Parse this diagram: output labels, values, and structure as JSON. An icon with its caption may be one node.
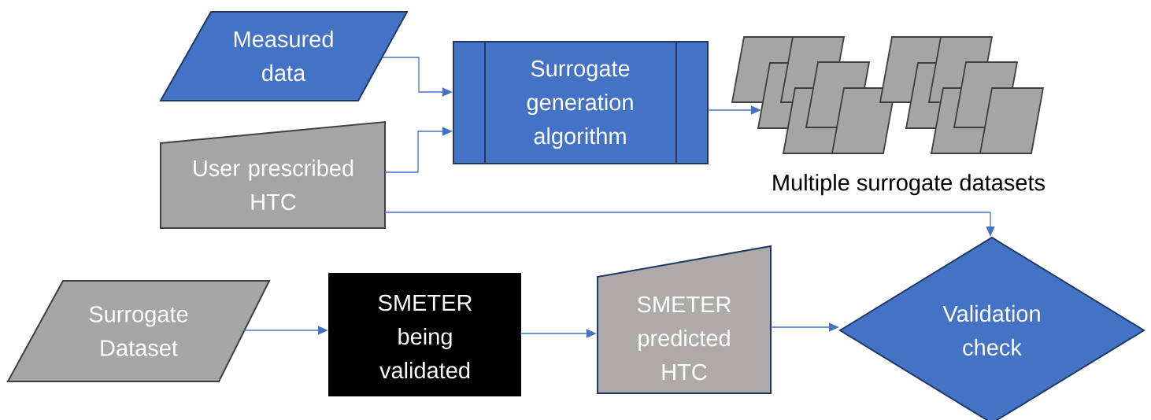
{
  "diagram": {
    "nodes": [
      {
        "text": [
          "Measured data"
        ]
      },
      {
        "text": [
          "User prescribed HTC"
        ]
      },
      {
        "text": [
          "Surrogate generation algorithm"
        ]
      },
      {
        "text": [],
        "shape": "picture",
        "beside": [
          "Multiple surrogate datasets"
        ]
      },
      {
        "text": [
          "Surrogate Dataset"
        ]
      },
      {
        "text": [
          "SMETER being validated"
        ]
      },
      {
        "text": [
          "SMETER predicted HTC"
        ]
      },
      {
        "text": [
          "Validation check"
        ]
      }
    ],
    "edges": [
      {
        "from": 0,
        "to": 2,
        "arrow": "to"
      },
      {
        "from": 1,
        "to": 2,
        "arrow": "to"
      },
      {
        "from": 2,
        "to": 3,
        "arrow": "to"
      },
      {
        "from": 1,
        "to": 7,
        "arrow": "to"
      },
      {
        "from": 4,
        "to": 5,
        "arrow": "to"
      },
      {
        "from": 5,
        "to": 6,
        "arrow": "to"
      },
      {
        "from": 6,
        "to": 7,
        "arrow": "to"
      }
    ]
  }
}
